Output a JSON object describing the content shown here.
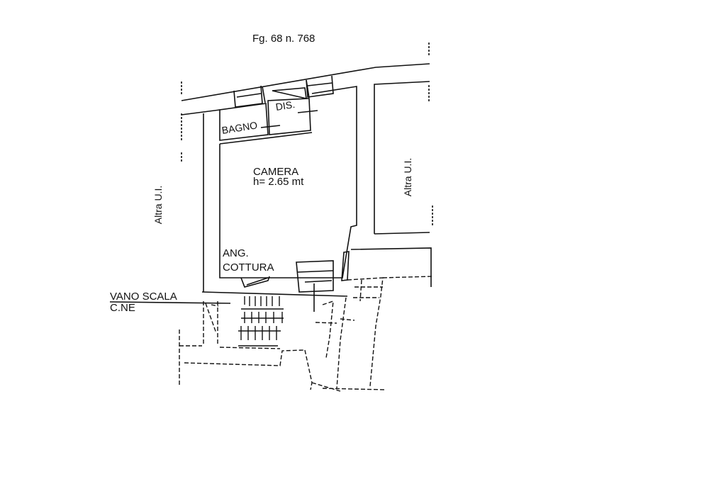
{
  "header": {
    "title": "Fg. 68 n. 768"
  },
  "rooms": {
    "bagno": "BAGNO",
    "dis": "DIS.",
    "camera": "CAMERA",
    "camera_height": "h= 2.65 mt",
    "angolo_cottura_line1": "ANG.",
    "angolo_cottura_line2": "COTTURA"
  },
  "adjacent": {
    "left_unit": "Altra U.I.",
    "right_unit": "Altra U.I.",
    "stair_line1": "VANO SCALA",
    "stair_line2": "C.NE"
  },
  "colors": {
    "line": "#111111",
    "background": "#ffffff"
  }
}
